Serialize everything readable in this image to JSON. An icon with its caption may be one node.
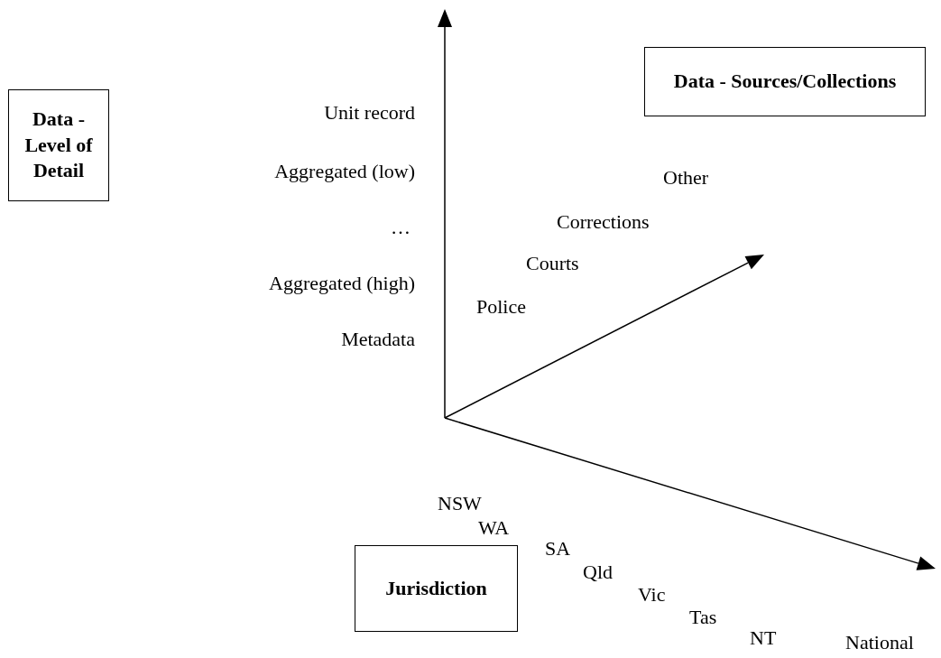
{
  "diagram": {
    "nodes": [
      {
        "text": [
          "Data - Sources/Collections"
        ]
      },
      {
        "text": [
          "Data - Level of Detail"
        ]
      },
      {
        "text": [
          "Jurisdiction"
        ]
      }
    ],
    "labels": [
      "Unit record",
      "Aggregated (low)",
      "…",
      "Aggregated (high)",
      "Metadata",
      "Other",
      "Corrections",
      "Courts",
      "Police",
      "NSW",
      "WA",
      "SA",
      "Qld",
      "Vic",
      "Tas",
      "NT",
      "National"
    ]
  }
}
